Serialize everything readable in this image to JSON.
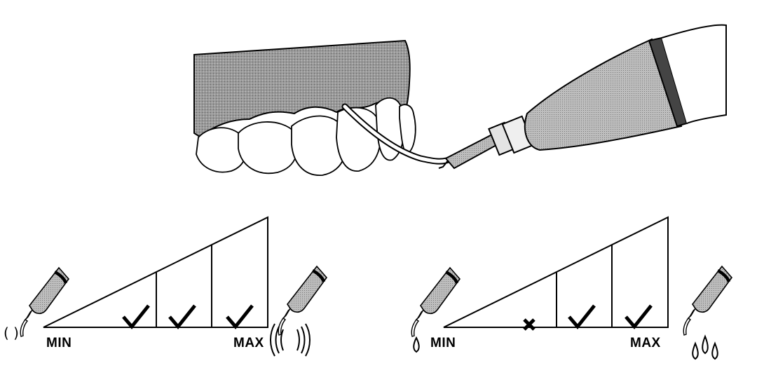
{
  "illustration": {
    "subject": "dental-scaler-tip-on-teeth"
  },
  "power_scale": {
    "min_label": "MIN",
    "max_label": "MAX",
    "levels": [
      "check",
      "check",
      "check"
    ],
    "left_icon": "scaler-tip-low-vibration-icon",
    "right_icon": "scaler-tip-high-vibration-icon"
  },
  "water_scale": {
    "min_label": "MIN",
    "max_label": "MAX",
    "levels": [
      "cross",
      "check",
      "check"
    ],
    "left_icon": "scaler-tip-single-drop-icon",
    "right_icon": "scaler-tip-multiple-drops-icon"
  },
  "colors": {
    "ink": "#000000",
    "gum_fill": "#8c8c8c",
    "handpiece_fill": "#b4b4b4",
    "band": "#444444"
  }
}
